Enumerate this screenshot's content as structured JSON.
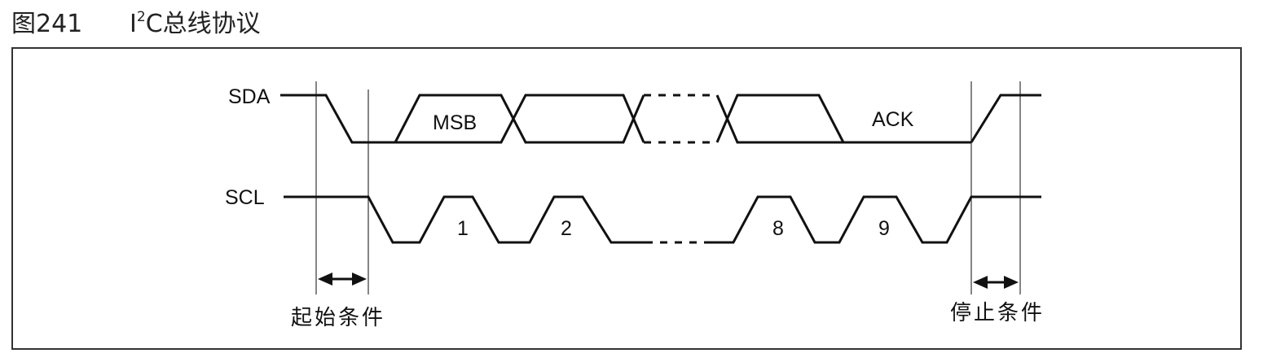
{
  "figure": {
    "number": "图241",
    "title_prefix": "I",
    "title_sup": "2",
    "title_rest": "C总线协议"
  },
  "signals": {
    "sda": "SDA",
    "scl": "SCL"
  },
  "bit_labels": {
    "msb": "MSB",
    "ack": "ACK",
    "clk1": "1",
    "clk2": "2",
    "clk8": "8",
    "clk9": "9"
  },
  "conditions": {
    "start": "起始条件",
    "stop": "停止条件"
  }
}
